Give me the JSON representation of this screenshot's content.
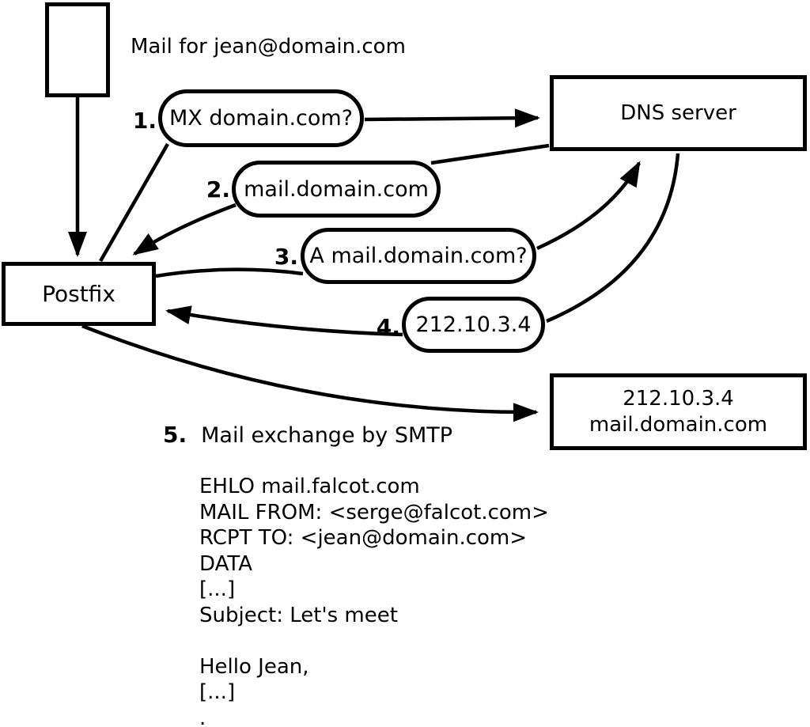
{
  "colors": {
    "ink": "#000000",
    "bg": "#ffffff"
  },
  "title": {
    "mail_for": "Mail for jean@domain.com"
  },
  "nodes": {
    "postfix": {
      "label": "Postfix"
    },
    "dns": {
      "label": "DNS server"
    },
    "mailserver": {
      "line1": "212.10.3.4",
      "line2": "mail.domain.com"
    }
  },
  "steps": [
    {
      "num": "1.",
      "label": "MX domain.com?"
    },
    {
      "num": "2.",
      "label": "mail.domain.com"
    },
    {
      "num": "3.",
      "label": "A mail.domain.com?"
    },
    {
      "num": "4.",
      "label": "212.10.3.4"
    },
    {
      "num": "5.",
      "label": "Mail exchange by SMTP"
    }
  ],
  "smtp": {
    "lines": [
      "EHLO mail.falcot.com",
      "MAIL FROM: <serge@falcot.com>",
      "RCPT TO: <jean@domain.com>",
      "DATA",
      "[...]",
      "Subject: Let's meet",
      "",
      "Hello Jean,",
      "[...]",
      "."
    ]
  }
}
